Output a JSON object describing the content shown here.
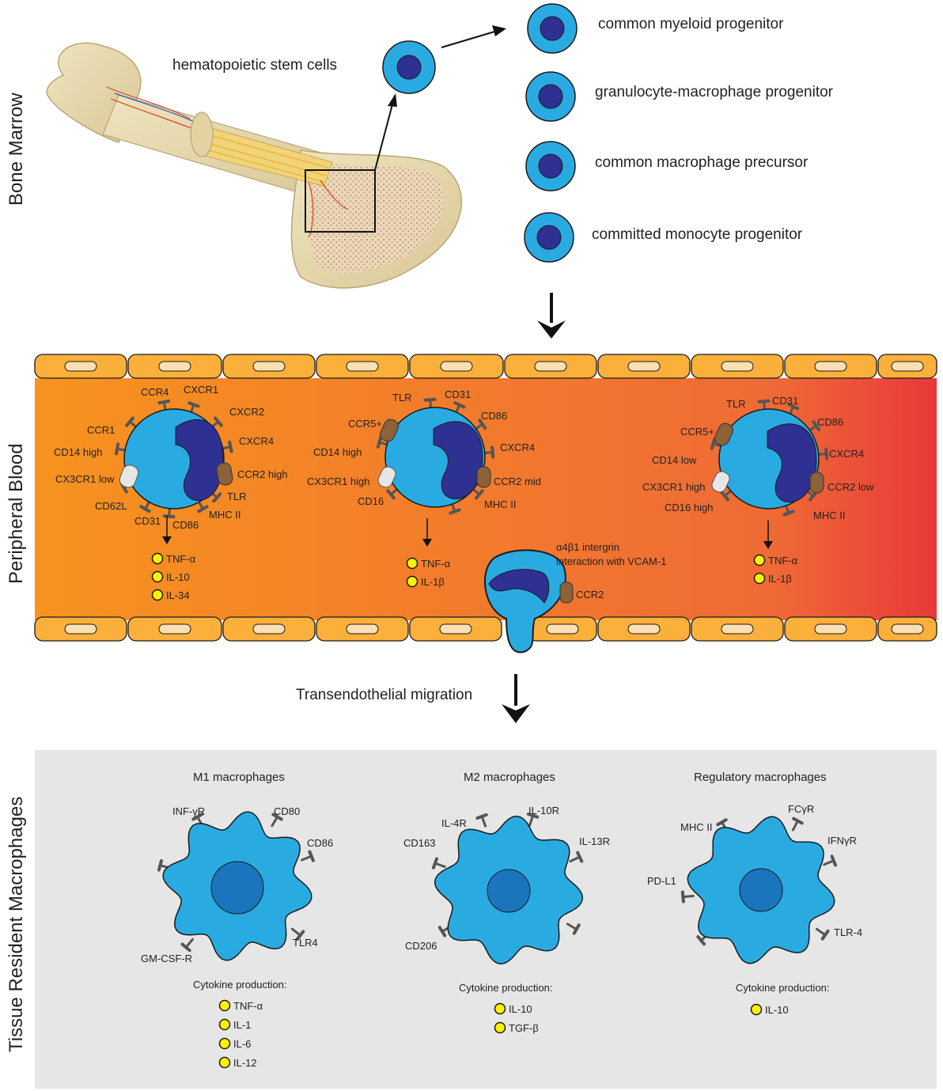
{
  "sections": {
    "bone_marrow": "Bone  Marrow",
    "peripheral_blood": "Peripheral Blood",
    "tissue": "Tissue Resident Macrophages"
  },
  "bone_marrow": {
    "hsc_label": "hematopoietic stem cells",
    "progenitors": [
      "common myeloid progenitor",
      "granulocyte-macrophage progenitor",
      "common macrophage precursor",
      "committed monocyte progenitor"
    ]
  },
  "blood": {
    "monocyte1": {
      "receptors": [
        "CCR4",
        "CXCR1",
        "CXCR2",
        "CCR1",
        "CXCR4",
        "CD14 high",
        "CCR2 high",
        "CX3CR1 low",
        "TLR",
        "CD62L",
        "MHC II",
        "CD31",
        "CD86"
      ],
      "cytokines": [
        "TNF-α",
        "IL-10",
        "IL-34"
      ]
    },
    "monocyte2": {
      "receptors": [
        "TLR",
        "CD31",
        "CCR5+",
        "CD86",
        "CD14 high",
        "CXCR4",
        "CX3CR1 high",
        "CCR2 mid",
        "CD16",
        "MHC II"
      ],
      "cytokines": [
        "TNF-α",
        "IL-1β"
      ]
    },
    "monocyte3": {
      "receptors": [
        "TLR",
        "CD31",
        "CCR5+",
        "CD86",
        "CD14 low",
        "CXCR4",
        "CX3CR1 high",
        "CCR2 low",
        "CD16 high",
        "MHC II"
      ],
      "cytokines": [
        "TNF-α",
        "IL-1β"
      ]
    },
    "integrin_line1": "α4β1 intergrin",
    "integrin_line2": "interaction with VCAM-1",
    "ccr2": "CCR2",
    "migration": "Transendothelial migration"
  },
  "tissue": {
    "m1": {
      "title": "M1 macrophages",
      "receptors": [
        "INF-γR",
        "CD80",
        "CD86",
        "GM-CSF-R",
        "TLR4"
      ],
      "cytokine_title": "Cytokine production:",
      "cytokines": [
        "TNF-α",
        "IL-1",
        "IL-6",
        "IL-12"
      ]
    },
    "m2": {
      "title": "M2 macrophages",
      "receptors": [
        "IL-4R",
        "IL-10R",
        "CD163",
        "IL-13R",
        "CD206"
      ],
      "cytokine_title": "Cytokine production:",
      "cytokines": [
        "IL-10",
        "TGF-β"
      ]
    },
    "reg": {
      "title": "Regulatory macrophages",
      "receptors": [
        "FCγR",
        "MHC II",
        "IFNγR",
        "PD-L1",
        "TLR-4"
      ],
      "cytokine_title": "Cytokine production:",
      "cytokines": [
        "IL-10"
      ]
    }
  },
  "colors": {
    "cell": "#29abe2",
    "nucleus": "#2e3192",
    "vessel_left": "#f7931e",
    "vessel_right": "#e8383a",
    "endothelium": "#fbb03b",
    "cytokine": "#fff200",
    "receptor": "#808080",
    "panel": "#e6e6e6",
    "bone": "#e9dcb3"
  }
}
